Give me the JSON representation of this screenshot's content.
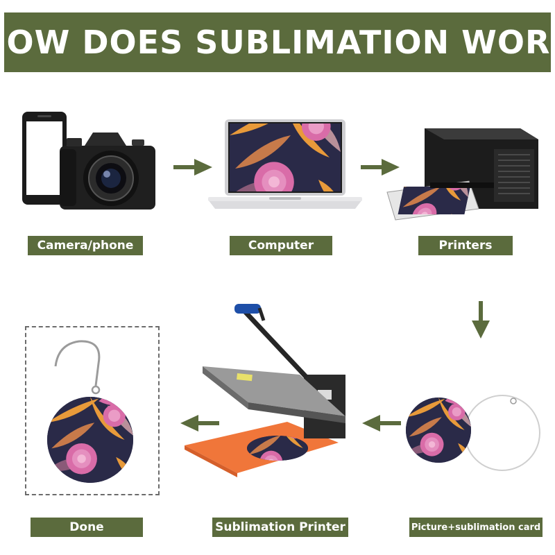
{
  "title": "HOW DOES SUBLIMATION WORK",
  "colors": {
    "accent": "#5b6b3d",
    "pink": "#d96ca8",
    "orange": "#e89a3a",
    "navy": "#2a2a48",
    "press_pad": "#f0763a"
  },
  "steps": [
    {
      "id": "camera",
      "label": "Camera/phone"
    },
    {
      "id": "computer",
      "label": "Computer"
    },
    {
      "id": "printers",
      "label": "Printers"
    },
    {
      "id": "card",
      "label": "Picture+sublimation card"
    },
    {
      "id": "press",
      "label": "Sublimation Printer"
    },
    {
      "id": "done",
      "label": "Done"
    }
  ],
  "flow": [
    "camera",
    "computer",
    "printers",
    "card",
    "press",
    "done"
  ],
  "icons": {
    "phone": "smartphone-icon",
    "camera": "camera-icon",
    "laptop": "laptop-icon",
    "printer": "printer-icon",
    "press": "heat-press-icon",
    "earring": "earring-icon",
    "arrow": "arrow-icon"
  }
}
